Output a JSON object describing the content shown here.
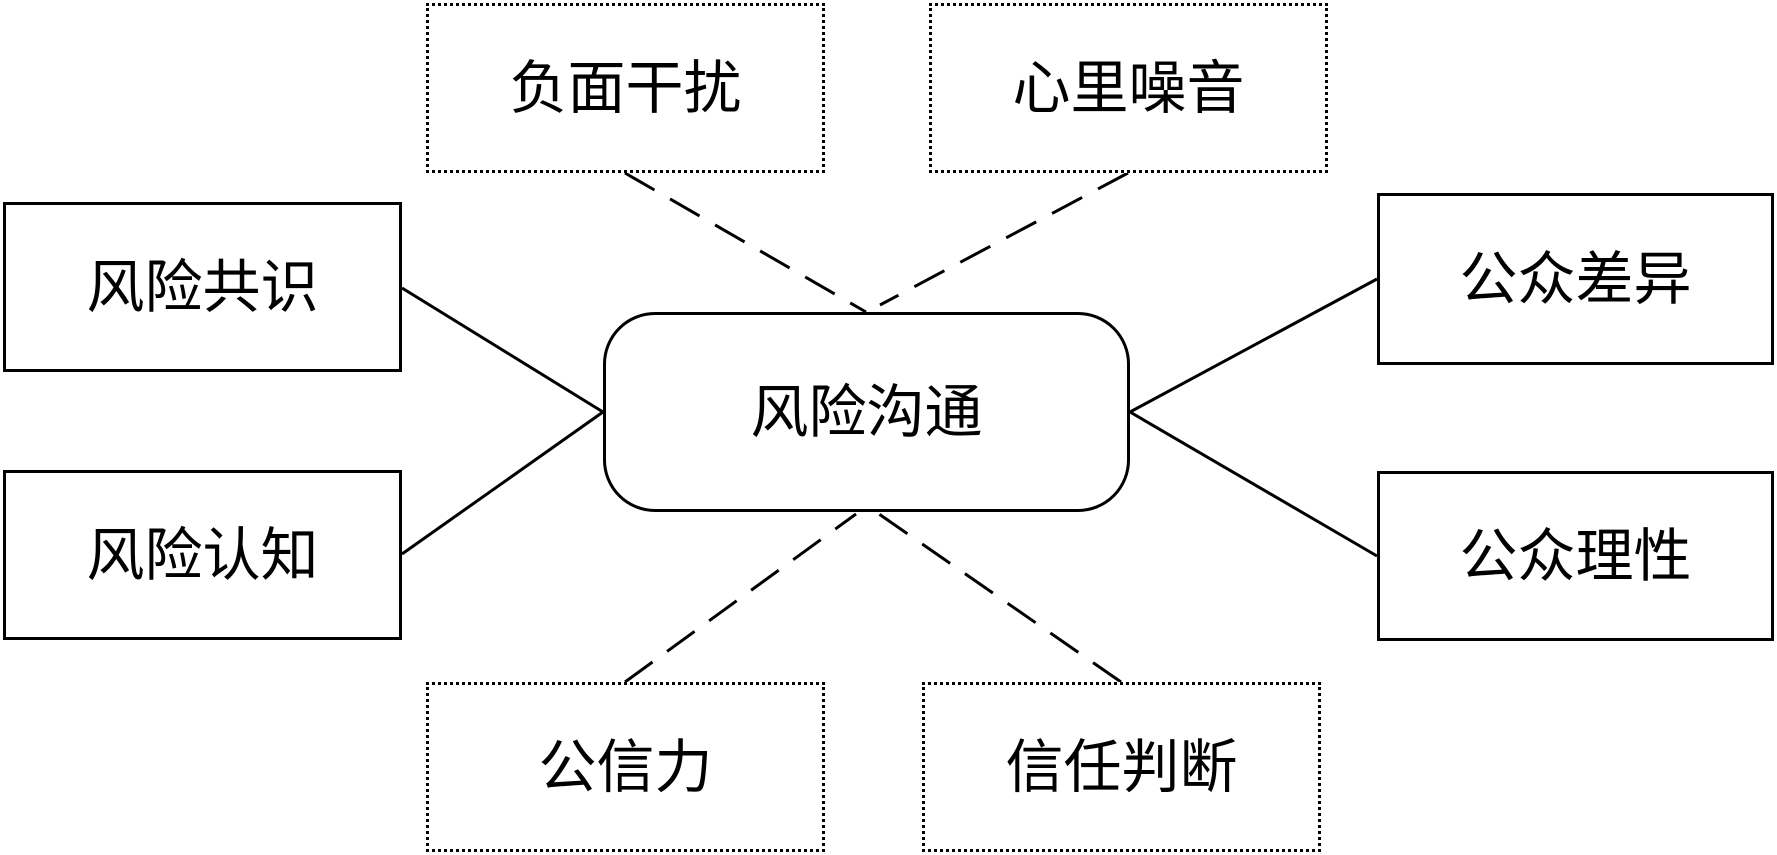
{
  "diagram": {
    "center": {
      "label": "风险沟通"
    },
    "left_nodes": [
      {
        "label": "风险共识",
        "style": "solid"
      },
      {
        "label": "风险认知",
        "style": "solid"
      }
    ],
    "right_nodes": [
      {
        "label": "公众差异",
        "style": "solid"
      },
      {
        "label": "公众理性",
        "style": "solid"
      }
    ],
    "top_nodes": [
      {
        "label": "负面干扰",
        "style": "dotted"
      },
      {
        "label": "心里噪音",
        "style": "dotted"
      }
    ],
    "bottom_nodes": [
      {
        "label": "公信力",
        "style": "dotted"
      },
      {
        "label": "信任判断",
        "style": "dotted"
      }
    ],
    "colors": {
      "stroke": "#000000",
      "background": "#ffffff",
      "text": "#000000"
    }
  }
}
